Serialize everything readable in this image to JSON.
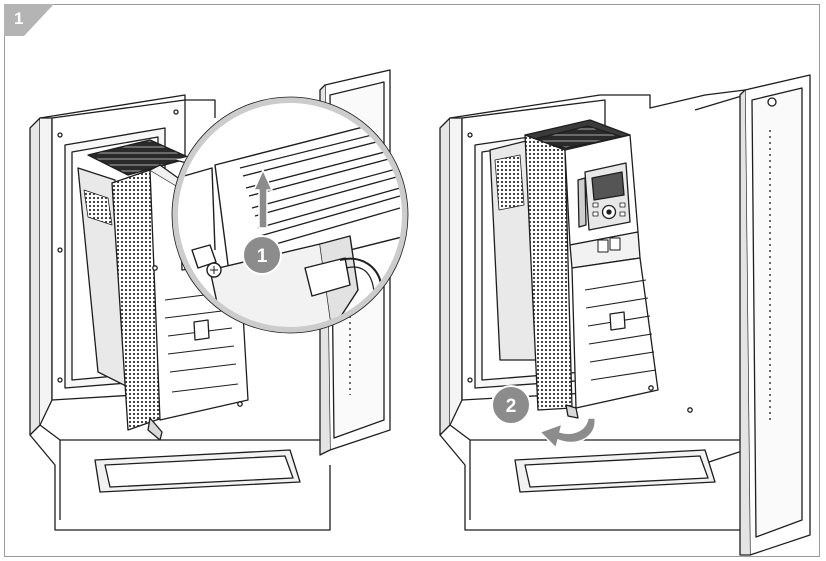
{
  "step": {
    "number": "1",
    "tab_color": "#b4b4b4"
  },
  "callouts": [
    {
      "label": "1",
      "color": "#8c8c8c"
    },
    {
      "label": "2",
      "color": "#8c8c8c"
    }
  ],
  "colors": {
    "line": "#1e1e1e",
    "shade": "#cfcfcf",
    "light": "#efefef",
    "frame": "#9a9a9a"
  }
}
